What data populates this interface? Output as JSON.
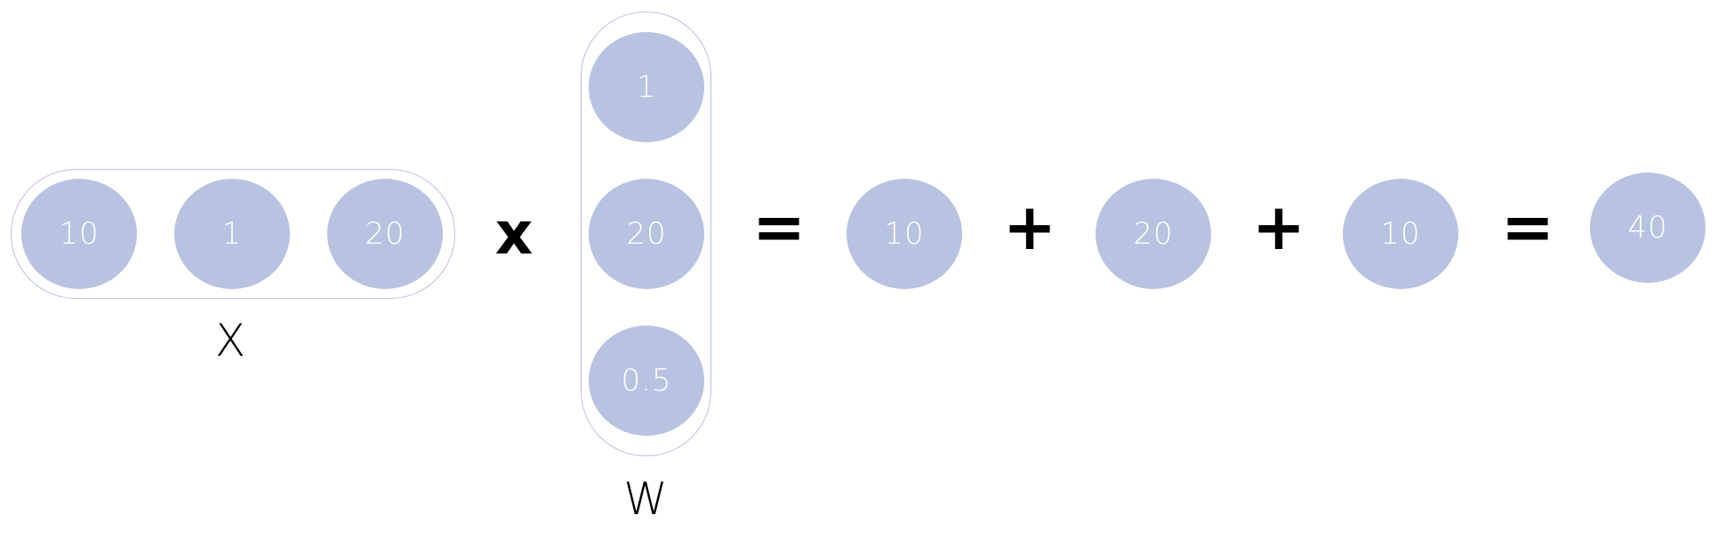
{
  "colors": {
    "bubble_fill": "#b7c3e0",
    "pill_stroke": "#b7c3e0",
    "text_on_bubble": "#ffffff",
    "operator": "#000000"
  },
  "vector_x": {
    "label": "X",
    "values": [
      "10",
      "1",
      "20"
    ]
  },
  "vector_w": {
    "label": "W",
    "values": [
      "1",
      "20",
      "0.5"
    ]
  },
  "operators": {
    "multiply": "x",
    "equals_1": "=",
    "plus_1": "+",
    "plus_2": "+",
    "equals_2": "="
  },
  "products": [
    "10",
    "20",
    "10"
  ],
  "result": "40"
}
